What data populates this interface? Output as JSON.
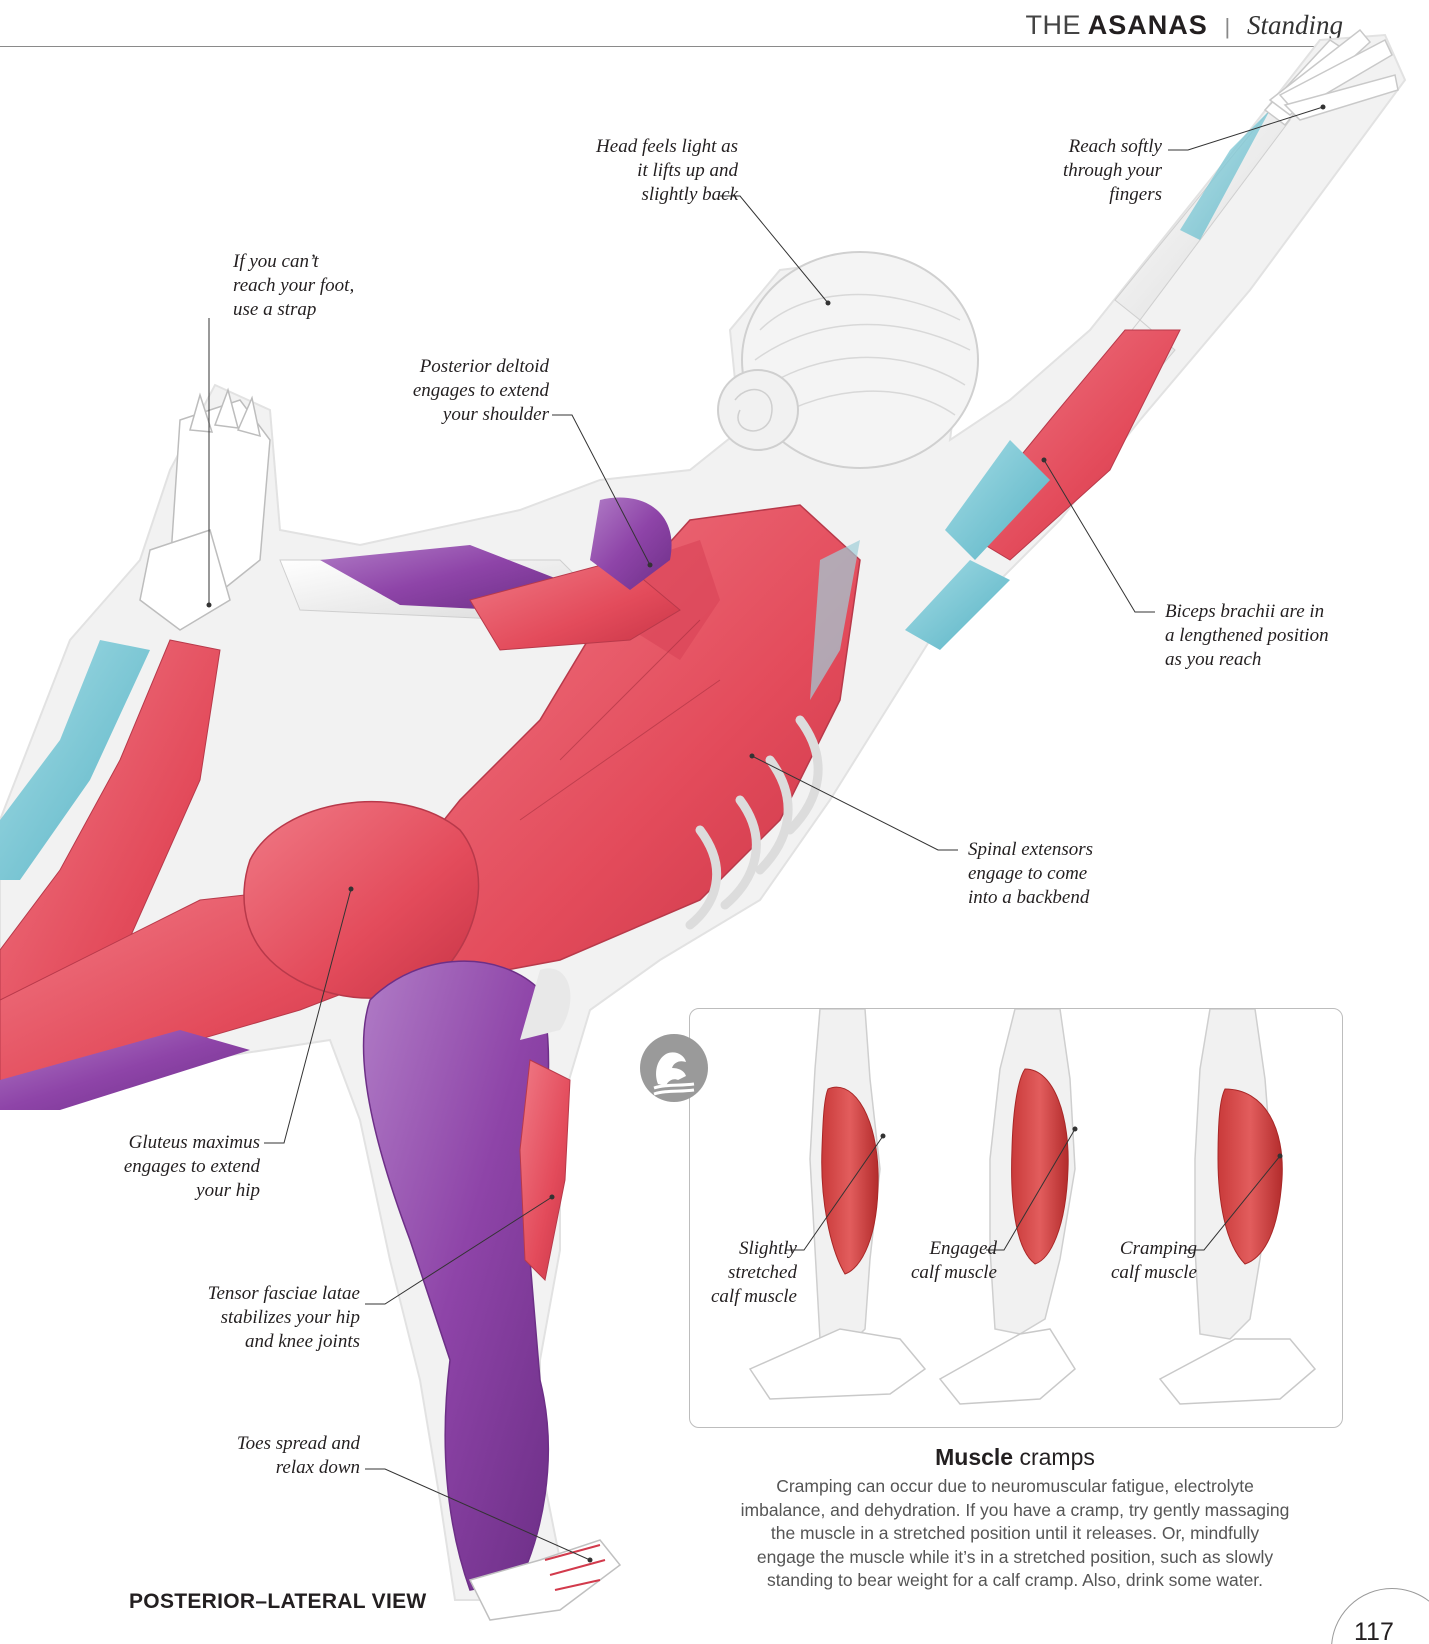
{
  "header": {
    "prefix": "THE",
    "section": "ASANAS",
    "separator": "|",
    "subsection": "Standing"
  },
  "annotations": {
    "head": [
      "Head feels light as",
      "it lifts up and",
      "slightly back"
    ],
    "fingers": [
      "Reach softly",
      "through your",
      "fingers"
    ],
    "strap": [
      "If you can’t",
      "reach your foot,",
      "use a strap"
    ],
    "deltoid": [
      "Posterior deltoid",
      "engages to extend",
      "your shoulder"
    ],
    "biceps": [
      "Biceps brachii are in",
      "a lengthened position",
      "as you reach"
    ],
    "spinal": [
      "Spinal extensors",
      "engage to come",
      "into a backbend"
    ],
    "gluteus": [
      "Gluteus maximus",
      "engages to extend",
      "your hip"
    ],
    "tensor": [
      "Tensor fasciae latae",
      "stabilizes your hip",
      "and knee joints"
    ],
    "toes": [
      "Toes spread and",
      "relax down"
    ]
  },
  "inset": {
    "icon": "flexed-arm-icon",
    "legs": [
      [
        "Slightly",
        "stretched",
        "calf muscle"
      ],
      [
        "Engaged",
        "calf muscle"
      ],
      [
        "Cramping",
        "calf muscle"
      ]
    ]
  },
  "box": {
    "heading_bold": "Muscle",
    "heading_rest": "cramps",
    "body": [
      "Cramping can occur due to neuromuscular fatigue, electrolyte",
      "imbalance, and dehydration. If you have a cramp, try gently massaging",
      "the muscle in a stretched position until it releases. Or, mindfully",
      "engage the muscle while it’s in a stretched position, such as slowly",
      "standing to bear weight for a calf cramp. Also, drink some water."
    ]
  },
  "view_label": "POSTERIOR–LATERAL VIEW",
  "page_number": "117",
  "colors": {
    "muscle_red": "#e8505f",
    "muscle_purple": "#8e44a8",
    "muscle_blue": "#6fc3d2",
    "bone": "#eeeeee",
    "body_outline": "#e6e6e6"
  }
}
